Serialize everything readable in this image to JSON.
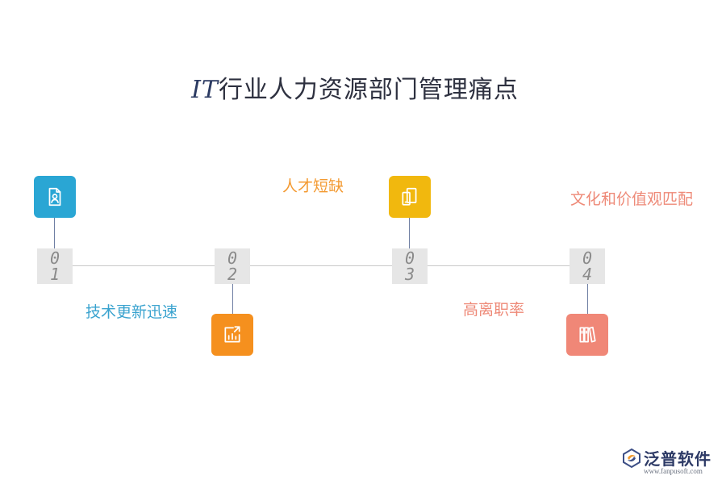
{
  "title": {
    "prefix": "IT",
    "main": "行业人力资源部门管理痛点"
  },
  "steps": [
    {
      "d1": "0",
      "d2": "1",
      "label": "技术更新迅速",
      "color": "#2aa6d4",
      "icon": "document-user-icon"
    },
    {
      "d1": "0",
      "d2": "2",
      "label": "人才短缺",
      "color": "#f5901e",
      "icon": "chart-export-icon"
    },
    {
      "d1": "0",
      "d2": "3",
      "label": "高离职率",
      "color": "#f1a81a",
      "icon": "devices-icon"
    },
    {
      "d1": "0",
      "d2": "4",
      "label": "文化和价值观匹配",
      "color": "#f08777",
      "icon": "books-icon"
    }
  ],
  "label_colors": [
    "#3aa3cf",
    "#f39a32",
    "#ee8a78",
    "#ee8a78"
  ],
  "brand": {
    "name": "泛普软件",
    "url": "www.fanpusoft.com"
  }
}
